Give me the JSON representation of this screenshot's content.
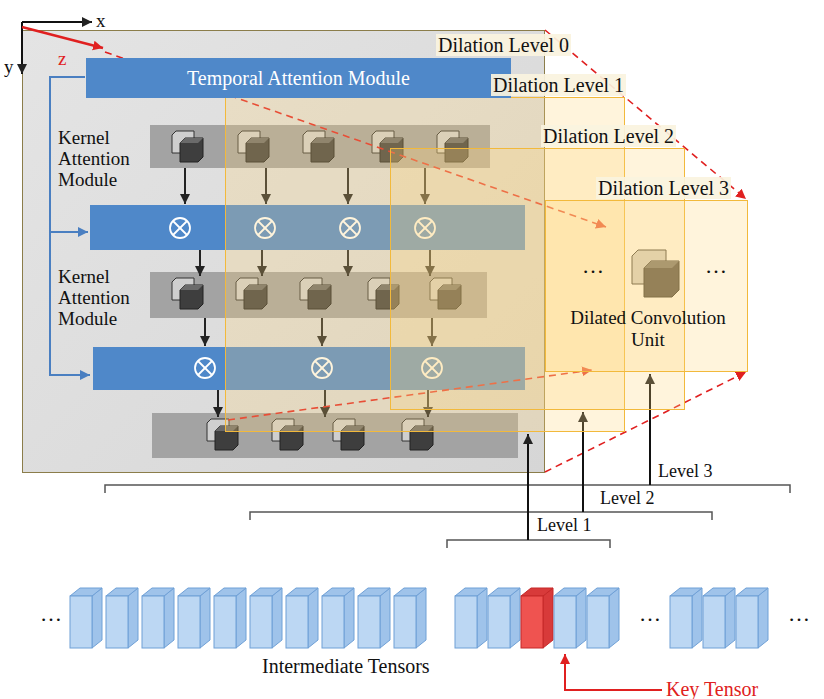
{
  "diagram": {
    "nodes": [
      {
        "text": [
          "Dilation Level 0"
        ]
      },
      {
        "text": [
          "Temporal Attention Module"
        ],
        "in": 0
      },
      {
        "text": [
          "Dilation Level 1"
        ]
      },
      {
        "text": [
          "Dilation Level 2"
        ]
      },
      {
        "text": [
          "Dilation Level 3"
        ]
      },
      {
        "text": [
          "Dilated Convolution Unit"
        ],
        "in": 4
      }
    ],
    "labels": [
      "x",
      "y",
      "z",
      "Kernel Attention Module",
      "Kernel Attention Module",
      "…",
      "…",
      "Level 3",
      "Level 2",
      "Level 1",
      "…",
      "…",
      "…",
      "Intermediate Tensors",
      "Key Tensor"
    ]
  }
}
